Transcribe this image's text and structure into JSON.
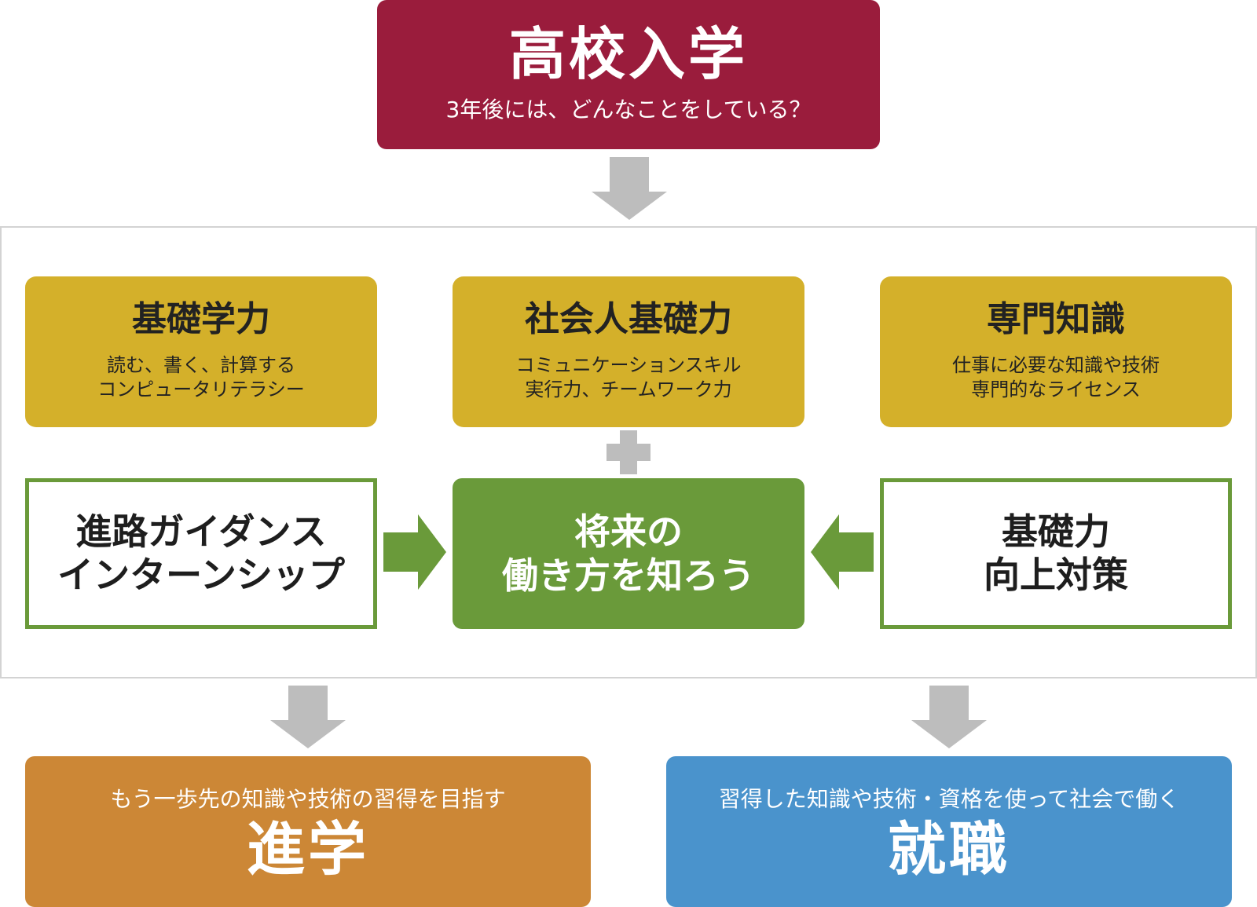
{
  "top": {
    "title": "高校入学",
    "subtitle": "3年後には、どんなことをしている？"
  },
  "skills": [
    {
      "title": "基礎学力",
      "lines": [
        "読む、書く、計算する",
        "コンピュータリテラシー"
      ]
    },
    {
      "title": "社会人基礎力",
      "lines": [
        "コミュニケーションスキル",
        "実行力、チームワーク力"
      ]
    },
    {
      "title": "専門知識",
      "lines": [
        "仕事に必要な知識や技術",
        "専門的なライセンス"
      ]
    }
  ],
  "left_program": {
    "lines": [
      "進路ガイダンス",
      "インターンシップ"
    ]
  },
  "center_goal": {
    "lines": [
      "将来の",
      "働き方を知ろう"
    ]
  },
  "right_program": {
    "lines": [
      "基礎力",
      "向上対策"
    ]
  },
  "outcomes": [
    {
      "subtitle": "もう一歩先の知識や技術の習得を目指す",
      "title": "進学"
    },
    {
      "subtitle": "習得した知識や技術・資格を使って社会で働く",
      "title": "就職"
    }
  ],
  "colors": {
    "header": "#9a1c3c",
    "skill": "#d4b02a",
    "program_border": "#6a9a3a",
    "goal": "#6a9a3a",
    "further_study": "#cc8736",
    "employment": "#4a93cc",
    "arrow_gray": "#bdbdbd"
  },
  "icons": [
    "arrow-down-icon",
    "arrow-right-icon",
    "arrow-left-icon",
    "plus-icon"
  ]
}
